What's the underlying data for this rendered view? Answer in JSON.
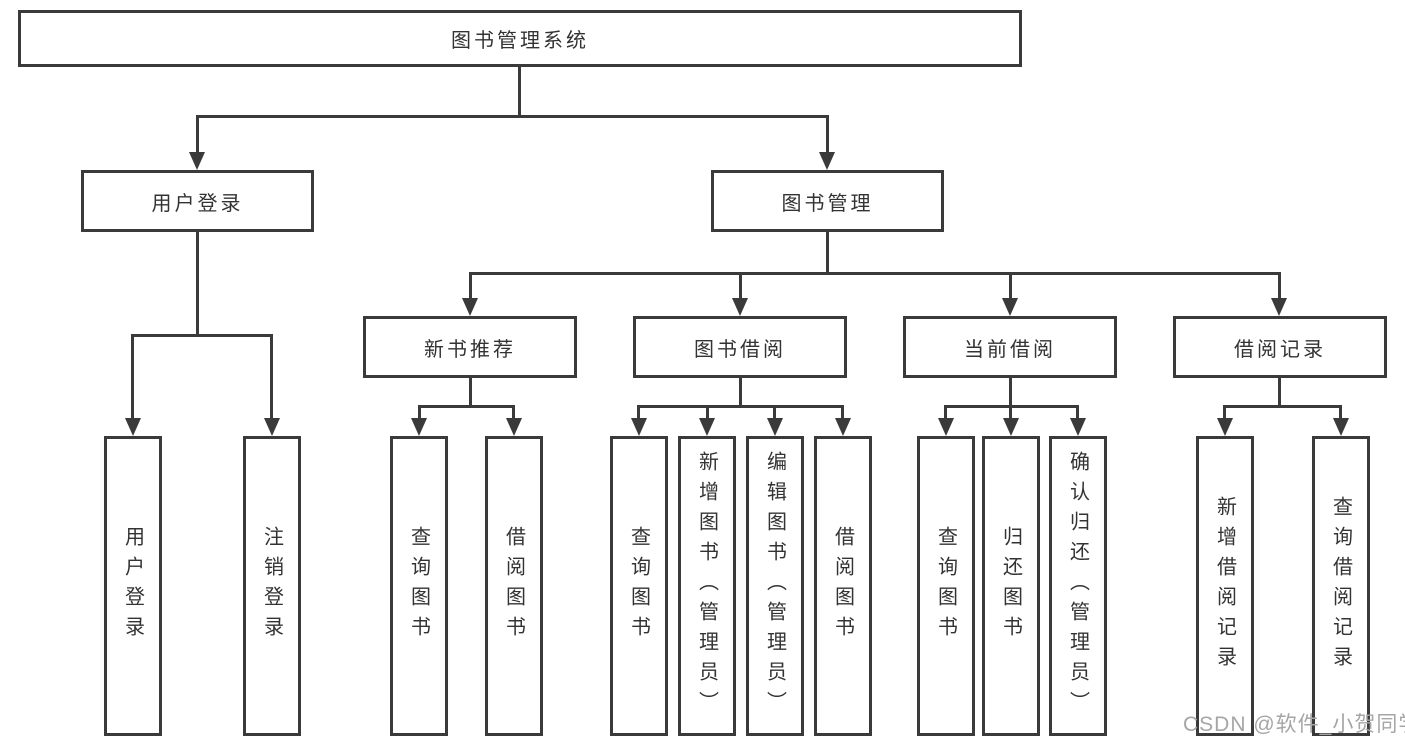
{
  "colors": {
    "line": "#3a3a3a",
    "text": "#333333",
    "watermark": "#a6a6a6"
  },
  "root": {
    "label": "图书管理系统"
  },
  "level2": [
    {
      "label": "用户登录"
    },
    {
      "label": "图书管理"
    }
  ],
  "level3": [
    {
      "label": "新书推荐"
    },
    {
      "label": "图书借阅"
    },
    {
      "label": "当前借阅"
    },
    {
      "label": "借阅记录"
    }
  ],
  "leaves": [
    {
      "label": "用户登录"
    },
    {
      "label": "注销登录"
    },
    {
      "label": "查询图书"
    },
    {
      "label": "借阅图书"
    },
    {
      "label": "查询图书"
    },
    {
      "label": "新增图书（管理员）"
    },
    {
      "label": "编辑图书（管理员）"
    },
    {
      "label": "借阅图书"
    },
    {
      "label": "查询图书"
    },
    {
      "label": "归还图书"
    },
    {
      "label": "确认归还（管理员）"
    },
    {
      "label": "新增借阅记录"
    },
    {
      "label": "查询借阅记录"
    }
  ],
  "watermark": "CSDN @软件_小贺同学"
}
